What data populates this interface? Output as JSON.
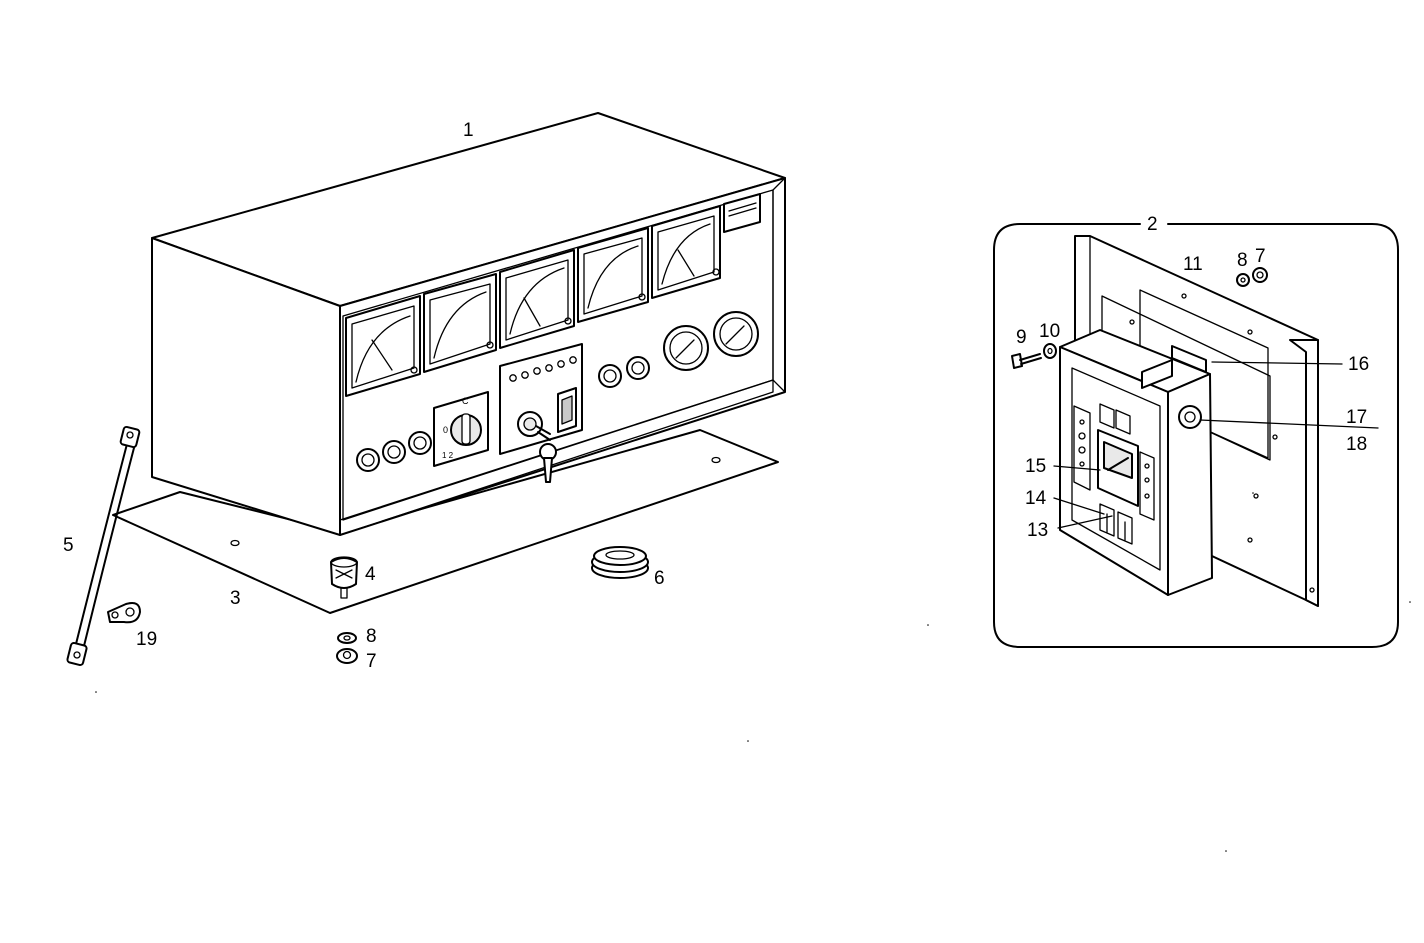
{
  "callouts": {
    "c1": "1",
    "c2": "2",
    "c3": "3",
    "c4": "4",
    "c5": "5",
    "c6": "6",
    "c7a": "7",
    "c7b": "7",
    "c8a": "8",
    "c8b": "8",
    "c9": "9",
    "c10": "10",
    "c11": "11",
    "c13": "13",
    "c14": "14",
    "c15": "15",
    "c16": "16",
    "c17": "17",
    "c18": "18",
    "c19": "19"
  },
  "panel_markings": {
    "switch_top": "C",
    "switch_left": "0",
    "switch_bottom": "1 2"
  }
}
